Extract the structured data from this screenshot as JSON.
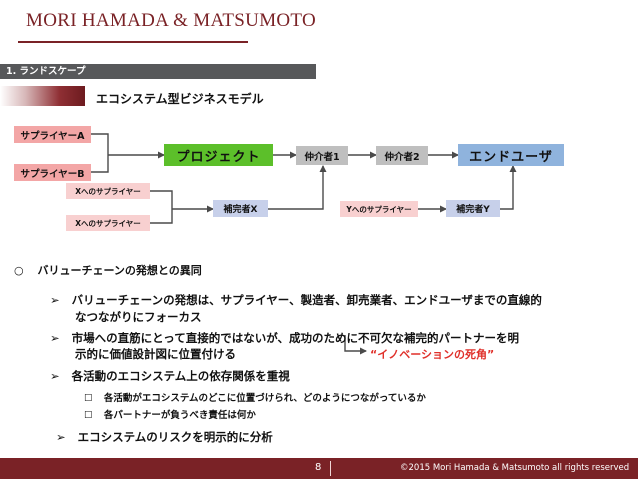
{
  "header": {
    "logo_text": "MORI HAMADA & MATSUMOTO",
    "section": "1. ランドスケープ",
    "model_title": "エコシステム型ビジネスモデル"
  },
  "diagram": {
    "supplier_a": "サプライヤーA",
    "supplier_b": "サプライヤーB",
    "project": "プロジェクト",
    "intermediary_1": "仲介者1",
    "intermediary_2": "仲介者2",
    "end_user": "エンドユーザ",
    "x_supplier_1": "Xへのサプライヤー",
    "x_supplier_2": "Xへのサプライヤー",
    "complement_x": "補完者X",
    "y_supplier": "Yへのサプライヤー",
    "complement_y": "補完者Y"
  },
  "content": {
    "heading_marker": "○",
    "heading": "バリューチェーンの発想との異同",
    "bullet_marker": "➢",
    "sub_marker": "☐",
    "b1_line1": "バリューチェーンの発想は、サプライヤー、製造者、卸売業者、エンドユーザまでの直線的",
    "b1_line2": "なつながりにフォーカス",
    "b2_line1": "市場への直筋にとって直接的ではないが、成功のために不可欠な補完的パートナーを明",
    "b2_line2": "示的に価値設計図に位置付ける",
    "b2_note": "“イノベーションの死角”",
    "b3": "各活動のエコシステム上の依存関係を重視",
    "b3_sub1": "各活動がエコシステムのどこに位置づけられ、どのようにつながっているか",
    "b3_sub2": "各パートナーが負うべき責任は何か",
    "b4": "エコシステムのリスクを明示的に分析"
  },
  "footer": {
    "page": "8",
    "copyright": "©2015 Mori Hamada & Matsumoto all rights reserved"
  },
  "colors": {
    "brand": "#7a2226",
    "project": "#5cbf2a",
    "end_user": "#8fb3dd",
    "supplier": "#f3a6a6",
    "complement": "#c7d0ea",
    "note_red": "#e0302a"
  }
}
